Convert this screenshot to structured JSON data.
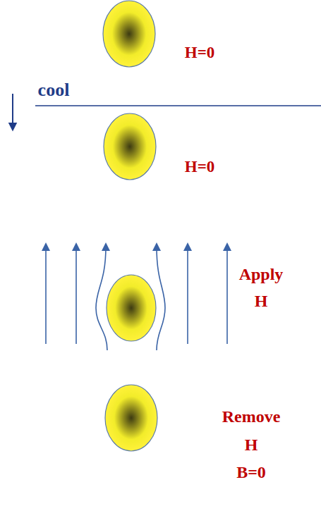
{
  "diagram": {
    "labels": [
      "H=0",
      "cool",
      "H=0",
      "Apply H",
      "Remove H B=0"
    ]
  }
}
